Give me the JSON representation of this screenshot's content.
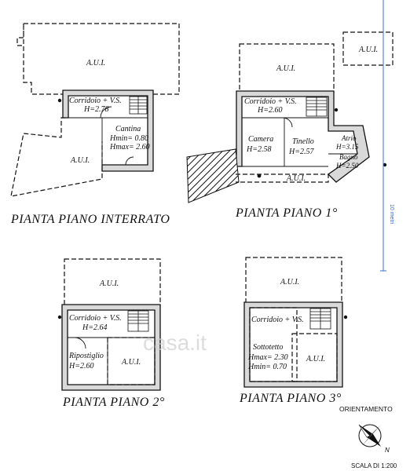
{
  "floors": {
    "interrato": {
      "title": "PIANTA PIANO INTERRATO",
      "aui_top": "A.U.I.",
      "aui_bottom": "A.U.I.",
      "corridoio": "Corridoio + V.S.",
      "corridoio_h": "H=2.78",
      "cantina": "Cantina",
      "cantina_hmin": "Hmin= 0.80",
      "cantina_hmax": "Hmax= 2.60"
    },
    "primo": {
      "title": "PIANTA PIANO 1°",
      "aui_top": "A.U.I.",
      "aui_corner": "A.U.I.",
      "aui_bottom": "A.U.I.",
      "corridoio": "Corridoio + V.S.",
      "corridoio_h": "H=2.60",
      "camera": "Camera",
      "camera_h": "H=2.58",
      "tinello": "Tinello",
      "tinello_h": "H=2.57",
      "atrio": "Atrio",
      "atrio_h": "H=3.15",
      "bagno": "Bagno",
      "bagno_h": "H=2.50"
    },
    "secondo": {
      "title": "PIANTA PIANO 2°",
      "aui_top": "A.U.I.",
      "aui_right": "A.U.I.",
      "corridoio": "Corridoio + V.S.",
      "corridoio_h": "H=2.64",
      "ripostiglio": "Ripostiglio",
      "ripostiglio_h": "H=2.60"
    },
    "terzo": {
      "title": "PIANTA PIANO 3°",
      "aui_top": "A.U.I.",
      "aui_right": "A.U.I.",
      "corridoio": "Corridoio + V.S.",
      "sottotetto": "Sottotetto",
      "sottotetto_hmax": "Hmax= 2.30",
      "sottotetto_hmin": "Hmin= 0.70"
    }
  },
  "legend": {
    "orientamento": "ORIENTAMENTO",
    "scala": "SCALA DI 1:200",
    "north": "N",
    "scale_bar": "10 metri"
  },
  "watermark": "casa.it",
  "colors": {
    "scale_line": "#3b6fd0",
    "wall_fill": "#d9d9d9"
  }
}
